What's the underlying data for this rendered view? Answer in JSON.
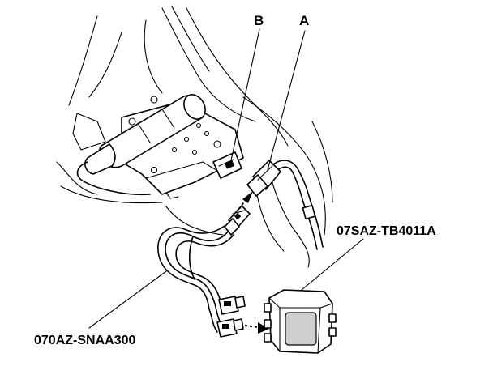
{
  "labels": {
    "connector_b": "B",
    "connector_a": "A",
    "tool_box": "07SAZ-TB4011A",
    "tool_harness": "070AZ-SNAA300"
  },
  "colors": {
    "line": "#000000",
    "background": "#ffffff",
    "shade": "#cfcfcf"
  }
}
